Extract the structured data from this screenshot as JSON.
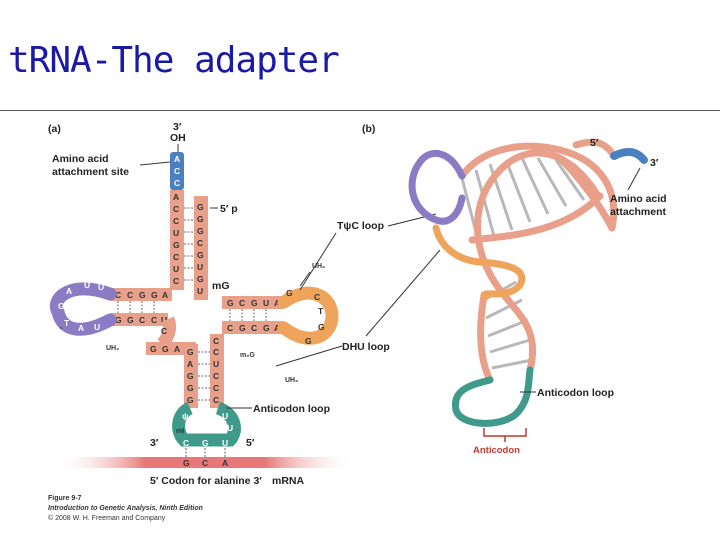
{
  "slide": {
    "title": "tRNA-The adapter"
  },
  "panel_a": {
    "tag": "(a)",
    "end_3": "3′",
    "end_oh": "OH",
    "end_5p": "5′ p",
    "amino_acid_site_line1": "Amino acid",
    "amino_acid_site_line2": "attachment site",
    "acceptor_tail": [
      "A",
      "C",
      "C"
    ],
    "acceptor_left": [
      "A",
      "C",
      "C",
      "U",
      "G",
      "C",
      "U",
      "C"
    ],
    "acceptor_right": [
      "G",
      "G",
      "G",
      "C",
      "G",
      "U",
      "G",
      "U"
    ],
    "mod_mG": "mG",
    "mod_UH2_top": "UH₂",
    "mod_UH2_left": "UH₂",
    "mod_m2G": "m₂G",
    "mod_UH2_bottom": "UH₂",
    "mod_psi": "ψ",
    "mod_mI": "mI",
    "tpsic_label": "TψC loop",
    "dhu_label": "DHU loop",
    "anticodon_loop_label": "Anticodon loop",
    "anticodon_3": "3′",
    "anticodon_5": "5′",
    "anticodon_bases": [
      "C",
      "G",
      "U"
    ],
    "codon_bases": [
      "G",
      "C",
      "A"
    ],
    "codon_caption": "5′ Codon for alanine 3′",
    "mrna_label": "mRNA"
  },
  "panel_b": {
    "tag": "(b)",
    "end_5": "5′",
    "end_3": "3′",
    "amino_label_line1": "Amino acid",
    "amino_label_line2": "attachment",
    "anticodon_loop_label": "Anticodon loop",
    "anticodon_label": "Anticodon"
  },
  "credit": {
    "figure": "Figure 9-7",
    "book": "Introduction to Genetic Analysis, Ninth Edition",
    "copyright": "© 2008 W. H. Freeman and Company"
  },
  "colors": {
    "salmon": "#e9a08a",
    "blue": "#4a7fc1",
    "purple": "#8a7bc4",
    "orange": "#efa45c",
    "teal": "#3f9a8c",
    "mrna_red": "#e05a5a",
    "title_blue": "#1a1aa6"
  }
}
